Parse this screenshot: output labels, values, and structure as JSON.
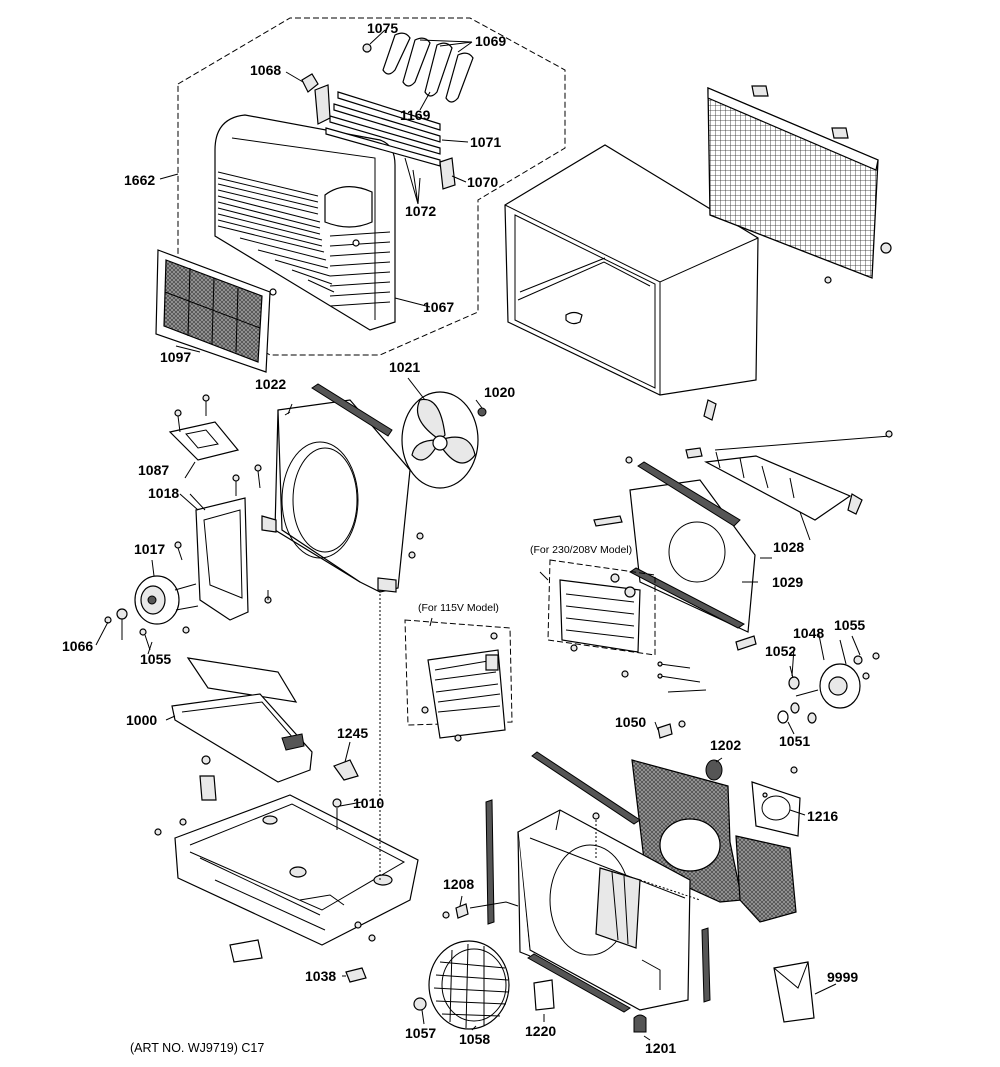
{
  "diagram": {
    "parts": [
      {
        "id": "p1075",
        "label": "1075"
      },
      {
        "id": "p1069",
        "label": "1069"
      },
      {
        "id": "p1068",
        "label": "1068"
      },
      {
        "id": "p1169",
        "label": "1169"
      },
      {
        "id": "p1071",
        "label": "1071"
      },
      {
        "id": "p1662",
        "label": "1662"
      },
      {
        "id": "p1070",
        "label": "1070"
      },
      {
        "id": "p1072",
        "label": "1072"
      },
      {
        "id": "p1067",
        "label": "1067"
      },
      {
        "id": "p1097",
        "label": "1097"
      },
      {
        "id": "p1022",
        "label": "1022"
      },
      {
        "id": "p1021",
        "label": "1021"
      },
      {
        "id": "p1020",
        "label": "1020"
      },
      {
        "id": "p1087",
        "label": "1087"
      },
      {
        "id": "p1018",
        "label": "1018"
      },
      {
        "id": "p1017",
        "label": "1017"
      },
      {
        "id": "p1066",
        "label": "1066"
      },
      {
        "id": "p1055a",
        "label": "1055"
      },
      {
        "id": "p1028",
        "label": "1028"
      },
      {
        "id": "p1029",
        "label": "1029"
      },
      {
        "id": "p1048",
        "label": "1048"
      },
      {
        "id": "p1055b",
        "label": "1055"
      },
      {
        "id": "p1052",
        "label": "1052"
      },
      {
        "id": "p1051",
        "label": "1051"
      },
      {
        "id": "p1000",
        "label": "1000"
      },
      {
        "id": "p1245",
        "label": "1245"
      },
      {
        "id": "p1010",
        "label": "1010"
      },
      {
        "id": "p1050",
        "label": "1050"
      },
      {
        "id": "p1202",
        "label": "1202"
      },
      {
        "id": "p1216",
        "label": "1216"
      },
      {
        "id": "p1208",
        "label": "1208"
      },
      {
        "id": "p1038",
        "label": "1038"
      },
      {
        "id": "p9999",
        "label": "9999"
      },
      {
        "id": "p1057",
        "label": "1057"
      },
      {
        "id": "p1058",
        "label": "1058"
      },
      {
        "id": "p1220",
        "label": "1220"
      },
      {
        "id": "p1201",
        "label": "1201"
      }
    ],
    "notes": {
      "model_230": "(For 230/208V Model)",
      "model_115": "(For 115V Model)"
    },
    "art_number": "(ART NO. WJ9719) C17"
  }
}
